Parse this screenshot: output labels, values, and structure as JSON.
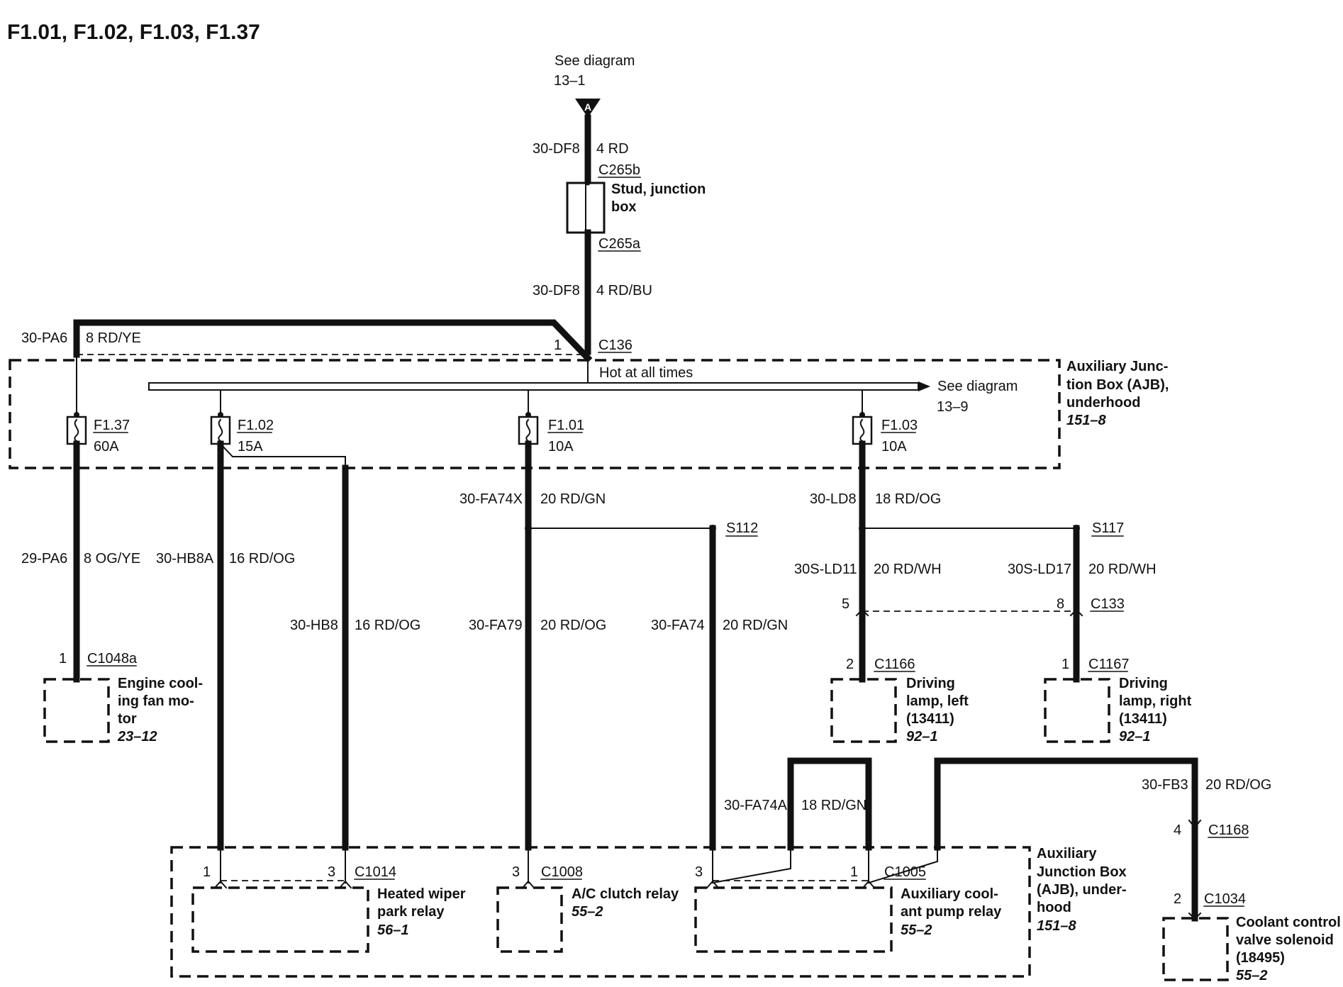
{
  "title": "F1.01, F1.02, F1.03, F1.37",
  "top_ref": {
    "line1": "See diagram",
    "line2": "13–1",
    "symbol": "A"
  },
  "top_wire": {
    "circuit": "30-DF8",
    "spec": "4 RD",
    "conn": "C265b"
  },
  "stud": {
    "line1": "Stud, junction",
    "line2": "box",
    "conn": "C265a"
  },
  "mid_wire": {
    "circuit": "30-DF8",
    "spec": "4 RD/BU"
  },
  "pa6_wire": {
    "circuit": "30-PA6",
    "spec": "8 RD/YE"
  },
  "c136": {
    "pin": "1",
    "conn": "C136"
  },
  "hot": "Hot at all times",
  "bus_ref": {
    "line1": "See diagram",
    "line2": "13–9"
  },
  "ajb_top": {
    "line1": "Auxiliary Junc-",
    "line2": "tion Box (AJB),",
    "line3": "underhood",
    "ref": "151–8"
  },
  "fuses": [
    {
      "name": "F1.37",
      "rating": "60A"
    },
    {
      "name": "F1.02",
      "rating": "15A"
    },
    {
      "name": "F1.01",
      "rating": "10A"
    },
    {
      "name": "F1.03",
      "rating": "10A"
    }
  ],
  "wires": {
    "pa6": {
      "circuit": "29-PA6",
      "spec": "8 OG/YE"
    },
    "hb8a": {
      "circuit": "30-HB8A",
      "spec": "16 RD/OG"
    },
    "hb8": {
      "circuit": "30-HB8",
      "spec": "16 RD/OG"
    },
    "fa74x": {
      "circuit": "30-FA74X",
      "spec": "20 RD/GN"
    },
    "fa79": {
      "circuit": "30-FA79",
      "spec": "20 RD/OG"
    },
    "fa74": {
      "circuit": "30-FA74",
      "spec": "20 RD/GN"
    },
    "ld8": {
      "circuit": "30-LD8",
      "spec": "18 RD/OG"
    },
    "ld11": {
      "circuit": "30S-LD11",
      "spec": "20 RD/WH"
    },
    "ld17": {
      "circuit": "30S-LD17",
      "spec": "20 RD/WH"
    },
    "fa74a": {
      "circuit": "30-FA74A",
      "spec": "18 RD/GN"
    },
    "fb3": {
      "circuit": "30-FB3",
      "spec": "20 RD/OG"
    }
  },
  "splices": {
    "s112": "S112",
    "s117": "S117"
  },
  "c133": {
    "pin_left": "5",
    "pin_right": "8",
    "conn": "C133"
  },
  "fan": {
    "pin": "1",
    "conn": "C1048a",
    "line1": "Engine cool-",
    "line2": "ing fan mo-",
    "line3": "tor",
    "ref": "23–12"
  },
  "lamp_left": {
    "pin": "2",
    "conn": "C1166",
    "line1": "Driving",
    "line2": "lamp, left",
    "line3": "(13411)",
    "ref": "92–1"
  },
  "lamp_right": {
    "pin": "1",
    "conn": "C1167",
    "line1": "Driving",
    "line2": "lamp, right",
    "line3": "(13411)",
    "ref": "92–1"
  },
  "wiper_relay": {
    "pin_a": "1",
    "pin_b": "3",
    "conn": "C1014",
    "line1": "Heated wiper",
    "line2": "park relay",
    "ref": "56–1"
  },
  "ac_relay": {
    "pin": "3",
    "conn": "C1008",
    "line1": "A/C clutch relay",
    "ref": "55–2"
  },
  "pump_relay": {
    "pin_a": "3",
    "pin_b": "1",
    "conn": "C1005",
    "line1": "Auxiliary cool-",
    "line2": "ant pump relay",
    "ref": "55–2"
  },
  "ajb_bottom": {
    "line1": "Auxiliary",
    "line2": "Junction Box",
    "line3": "(AJB), under-",
    "line4": "hood",
    "ref": "151–8"
  },
  "c1168": {
    "pin": "4",
    "conn": "C1168"
  },
  "solenoid": {
    "pin": "2",
    "conn": "C1034",
    "line1": "Coolant control",
    "line2": "valve solenoid",
    "line3": "(18495)",
    "ref": "55–2"
  }
}
